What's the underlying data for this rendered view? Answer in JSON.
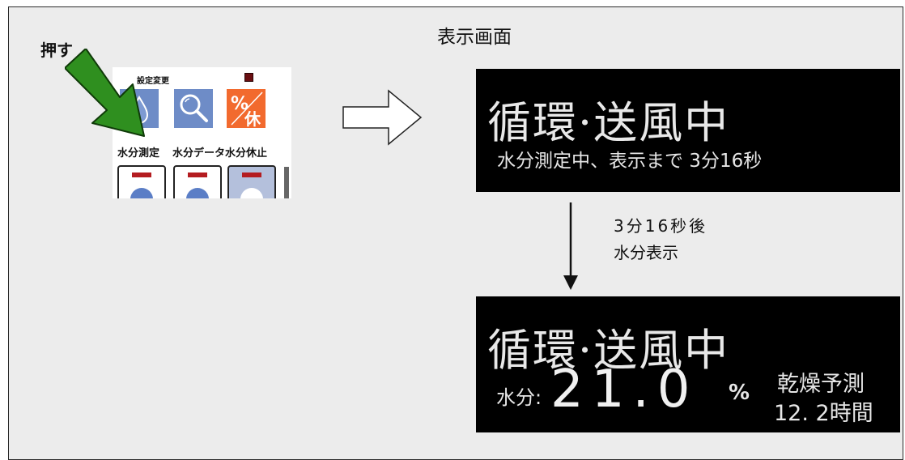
{
  "heading": "表示画面",
  "press_label": "押す",
  "panel": {
    "title": "設定変更",
    "buttons": [
      {
        "label": "水分測定",
        "icon": "drop-icon"
      },
      {
        "label": "水分データ",
        "icon": "magnifier-icon"
      },
      {
        "label": "水分休止",
        "icon": "percent-pause-icon",
        "glyph": "%",
        "glyph2": "休"
      }
    ]
  },
  "screen1": {
    "status": "循環·送風中",
    "subtext": "水分測定中、表示まで 3分16秒"
  },
  "transition_note": {
    "line1": "3分16秒後",
    "line2": "水分表示"
  },
  "screen2": {
    "status": "循環·送風中",
    "moisture_label": "水分:",
    "moisture_value": "21.0",
    "moisture_unit": "%",
    "forecast_label": "乾燥予測",
    "forecast_value": "12. 2時間"
  },
  "colors": {
    "arrow_green": "#2f8f1f",
    "button_blue": "#6e8cc7",
    "button_orange": "#f26a2e",
    "screen_bg": "#000000",
    "led_red": "#b41c20"
  }
}
